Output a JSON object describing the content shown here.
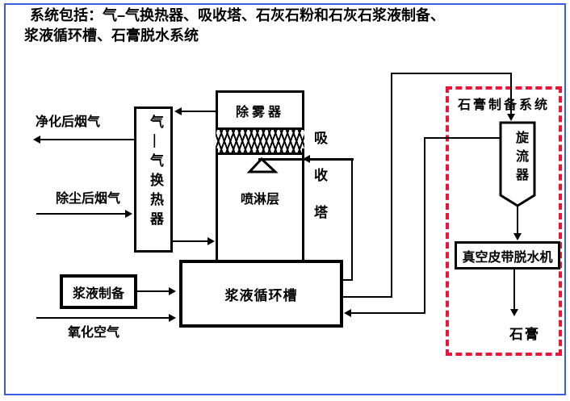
{
  "colors": {
    "page_border": "#3a5cdf",
    "gypsum_system_border": "#ee1438",
    "line": "#000000"
  },
  "title": {
    "line1": "系统包括：气–气换热器、吸收塔、石灰石粉和石灰石浆液制备、",
    "line2": "浆液循环槽、石膏脱水系统"
  },
  "units": {
    "heat_exchanger": "气—气换热器",
    "demister": "除雾器",
    "spray_layer": "喷淋层",
    "absorber_tower": "吸收塔",
    "slurry_tank": "浆液循环槽",
    "slurry_prep": "浆液制备",
    "gypsum_system": "石膏制备系统",
    "cyclone": "旋流器",
    "vacuum_belt_dewaterer": "真空皮带脱水机"
  },
  "flows": {
    "clean_gas": "净化后烟气",
    "dusty_gas": "除尘后烟气",
    "oxidation_air": "氧化空气",
    "gypsum": "石膏"
  }
}
